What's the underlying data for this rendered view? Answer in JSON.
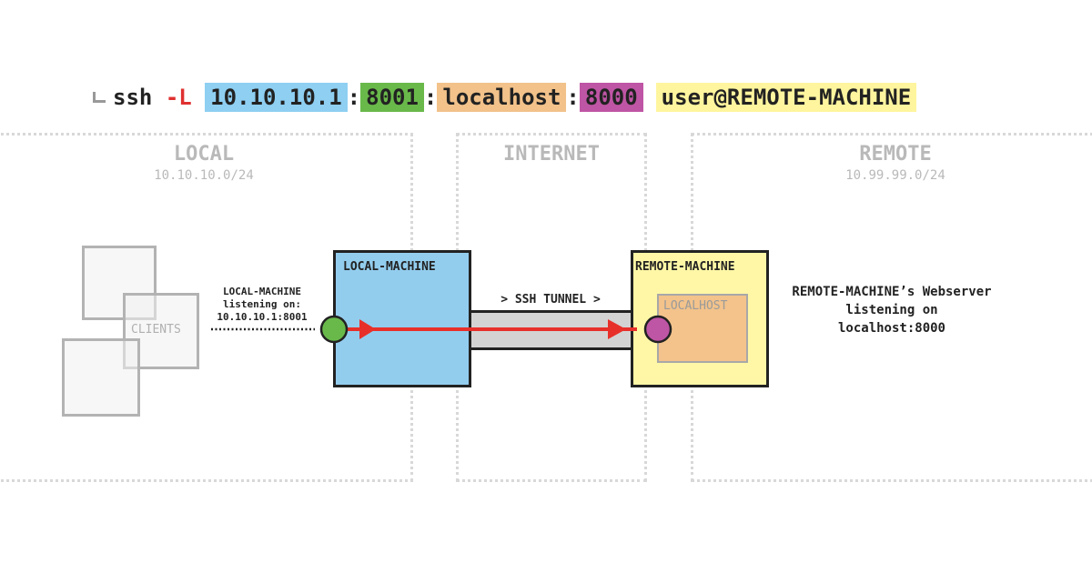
{
  "command": {
    "prompt_icon": "prompt-arrow-icon",
    "program": "ssh",
    "flag": "-L",
    "bind_address": "10.10.10.1",
    "local_port": "8001",
    "dest_host": "localhost",
    "dest_port": "8000",
    "user_host": "user@REMOTE-MACHINE",
    "separator": ":"
  },
  "zones": {
    "local": {
      "title": "LOCAL",
      "subnet": "10.10.10.0/24"
    },
    "internet": {
      "title": "INTERNET"
    },
    "remote": {
      "title": "REMOTE",
      "subnet": "10.99.99.0/24"
    }
  },
  "clients": {
    "label": "CLIENTS"
  },
  "local_listen_note": {
    "line1": "LOCAL-MACHINE",
    "line2": "listening on:",
    "line3": "10.10.10.1:8001"
  },
  "local_machine": {
    "title": "LOCAL-MACHINE"
  },
  "tunnel": {
    "label": "> SSH TUNNEL >"
  },
  "remote_machine": {
    "title": "REMOTE-MACHINE",
    "inner_title": "LOCALHOST"
  },
  "webserver_note": {
    "line1": "REMOTE-MACHINE’s Webserver",
    "line2": "listening on",
    "line3": "localhost:8000"
  },
  "colors": {
    "bind_address": "#8ecff2",
    "local_port": "#69b94a",
    "dest_host": "#f2c28a",
    "dest_port": "#bf55a5",
    "user_host": "#fff59e",
    "flag": "#e03030",
    "arrow": "#e8302a",
    "local_machine_fill": "#93cdee",
    "remote_machine_fill": "#fff7a6",
    "localhost_fill": "#f3c38b",
    "tunnel_fill": "#d3d3d3"
  }
}
